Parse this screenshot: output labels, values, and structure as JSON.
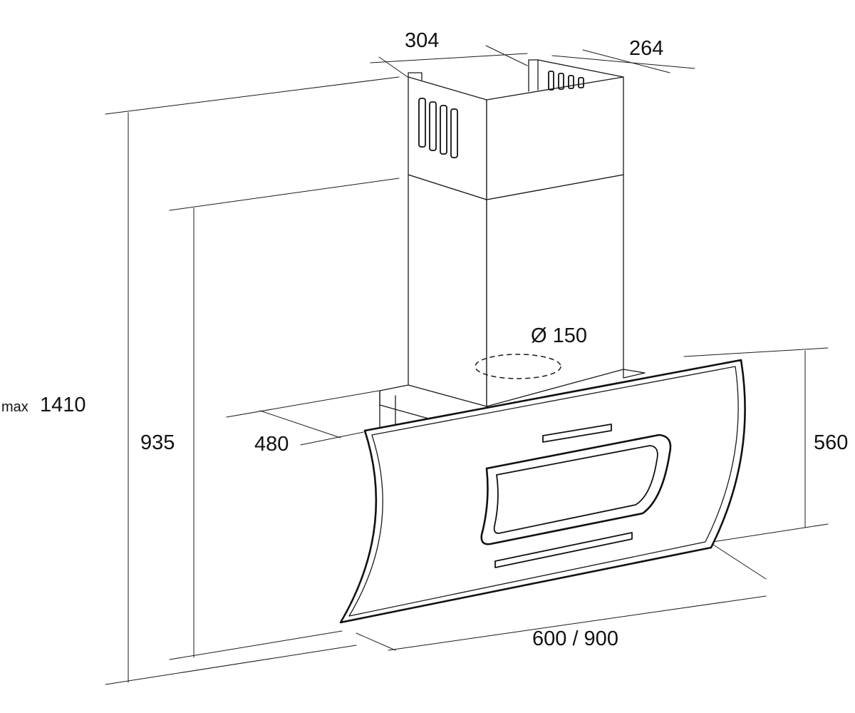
{
  "dimensions": {
    "chimney_width": "304",
    "chimney_depth": "264",
    "duct_diameter": "Ø 150",
    "max_prefix": "max",
    "max_height": "1410",
    "min_height": "935",
    "hood_depth": "480",
    "glass_height": "560",
    "hood_width": "600 / 900"
  },
  "colors": {
    "line": "#1a1a1a",
    "background": "#ffffff"
  }
}
